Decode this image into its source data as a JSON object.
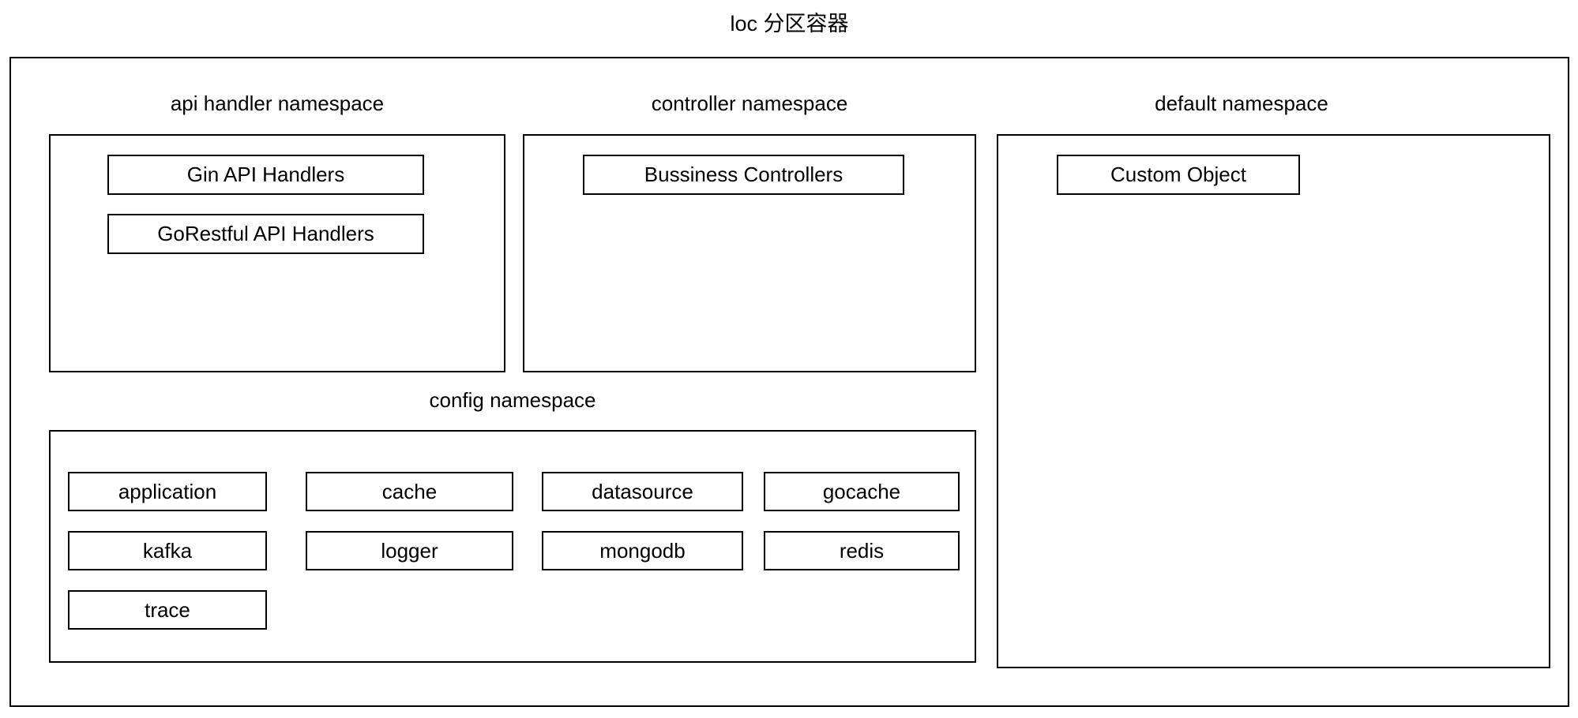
{
  "diagram": {
    "title": "loc 分区容器",
    "colors": {
      "stroke": "#000000",
      "background": "#ffffff",
      "text": "#000000"
    },
    "namespaces": [
      {
        "label": "api handler namespace",
        "items": [
          "Gin API Handlers",
          "GoRestful API Handlers"
        ]
      },
      {
        "label": "controller namespace",
        "items": [
          "Bussiness Controllers"
        ]
      },
      {
        "label": "default namespace",
        "items": [
          "Custom Object"
        ]
      },
      {
        "label": "config namespace",
        "items": [
          "application",
          "cache",
          "datasource",
          "gocache",
          "kafka",
          "logger",
          "mongodb",
          "redis",
          "trace"
        ]
      }
    ]
  }
}
